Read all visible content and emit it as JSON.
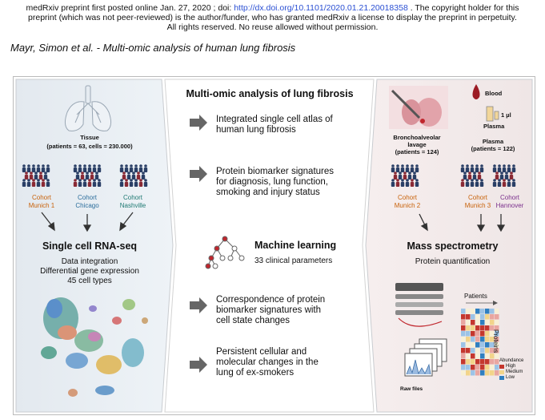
{
  "notice": {
    "line1_prefix": "medRxiv preprint first posted online Jan. 27, 2020 ; doi: ",
    "doi_link": "http://dx.doi.org/10.1101/2020.01.21.20018358",
    "line1_suffix": " . The copyright holder for this",
    "line2": "preprint (which was not peer-reviewed) is the author/funder, who has granted medRxiv a license to display the preprint in perpetuity.",
    "line3": "All rights reserved. No reuse allowed without permission."
  },
  "citation": "Mayr, Simon et al. - Multi-omic analysis of human lung fibrosis",
  "figure": {
    "center": {
      "title": "Multi-omic analysis of lung fibrosis",
      "items": [
        {
          "line1": "Integrated single cell atlas of",
          "line2": "human lung fibrosis",
          "line3": ""
        },
        {
          "line1": "Protein biomarker signatures",
          "line2": "for diagnosis, lung function,",
          "line3": "smoking and injury status"
        },
        {
          "line1": "Correspondence of protein",
          "line2": "biomarker signatures with",
          "line3": "cell state changes"
        },
        {
          "line1": "Persistent cellular and",
          "line2": "molecular changes in the",
          "line3": "lung of ex-smokers"
        }
      ],
      "ml_title": "Machine learning",
      "ml_sub": "33 clinical parameters"
    },
    "left": {
      "tissue_label": "Tissue",
      "tissue_stats": "(patients = 63, cells = 230.000)",
      "cohorts": [
        {
          "l1": "Cohort",
          "l2": "Munich 1",
          "color": "#c8620a"
        },
        {
          "l1": "Cohort",
          "l2": "Chicago",
          "color": "#2c6e9c"
        },
        {
          "l1": "Cohort",
          "l2": "Nashville",
          "color": "#1f7a73"
        }
      ],
      "title": "Single cell RNA-seq",
      "lines": [
        "Data integration",
        "Differential gene expression",
        "45 cell types"
      ]
    },
    "right": {
      "blood_label": "Blood",
      "volume_label": "1 µl",
      "plasma_small": "Plasma",
      "bal_l1": "Bronchoalveolar",
      "bal_l2": "lavage",
      "bal_l3": "(patients = 124)",
      "plasma_l1": "Plasma",
      "plasma_l2": "(patients = 122)",
      "cohorts": [
        {
          "l1": "Cohort",
          "l2": "Munich 2",
          "color": "#c8620a"
        },
        {
          "l1": "Cohort",
          "l2": "Munich 3",
          "color": "#c8620a"
        },
        {
          "l1": "Cohort",
          "l2": "Hannover",
          "color": "#7a2f8c"
        }
      ],
      "title": "Mass spectrometry",
      "subtitle": "Protein quantification",
      "patients_label": "Patients",
      "proteins_label": "Proteins",
      "raw_label": "Raw files",
      "legend_title": "Abundance",
      "legend": [
        {
          "label": "High",
          "color": "#c4372e"
        },
        {
          "label": "Medium",
          "color": "#f2d48a"
        },
        {
          "label": "Low",
          "color": "#2f7fc0"
        }
      ]
    }
  }
}
